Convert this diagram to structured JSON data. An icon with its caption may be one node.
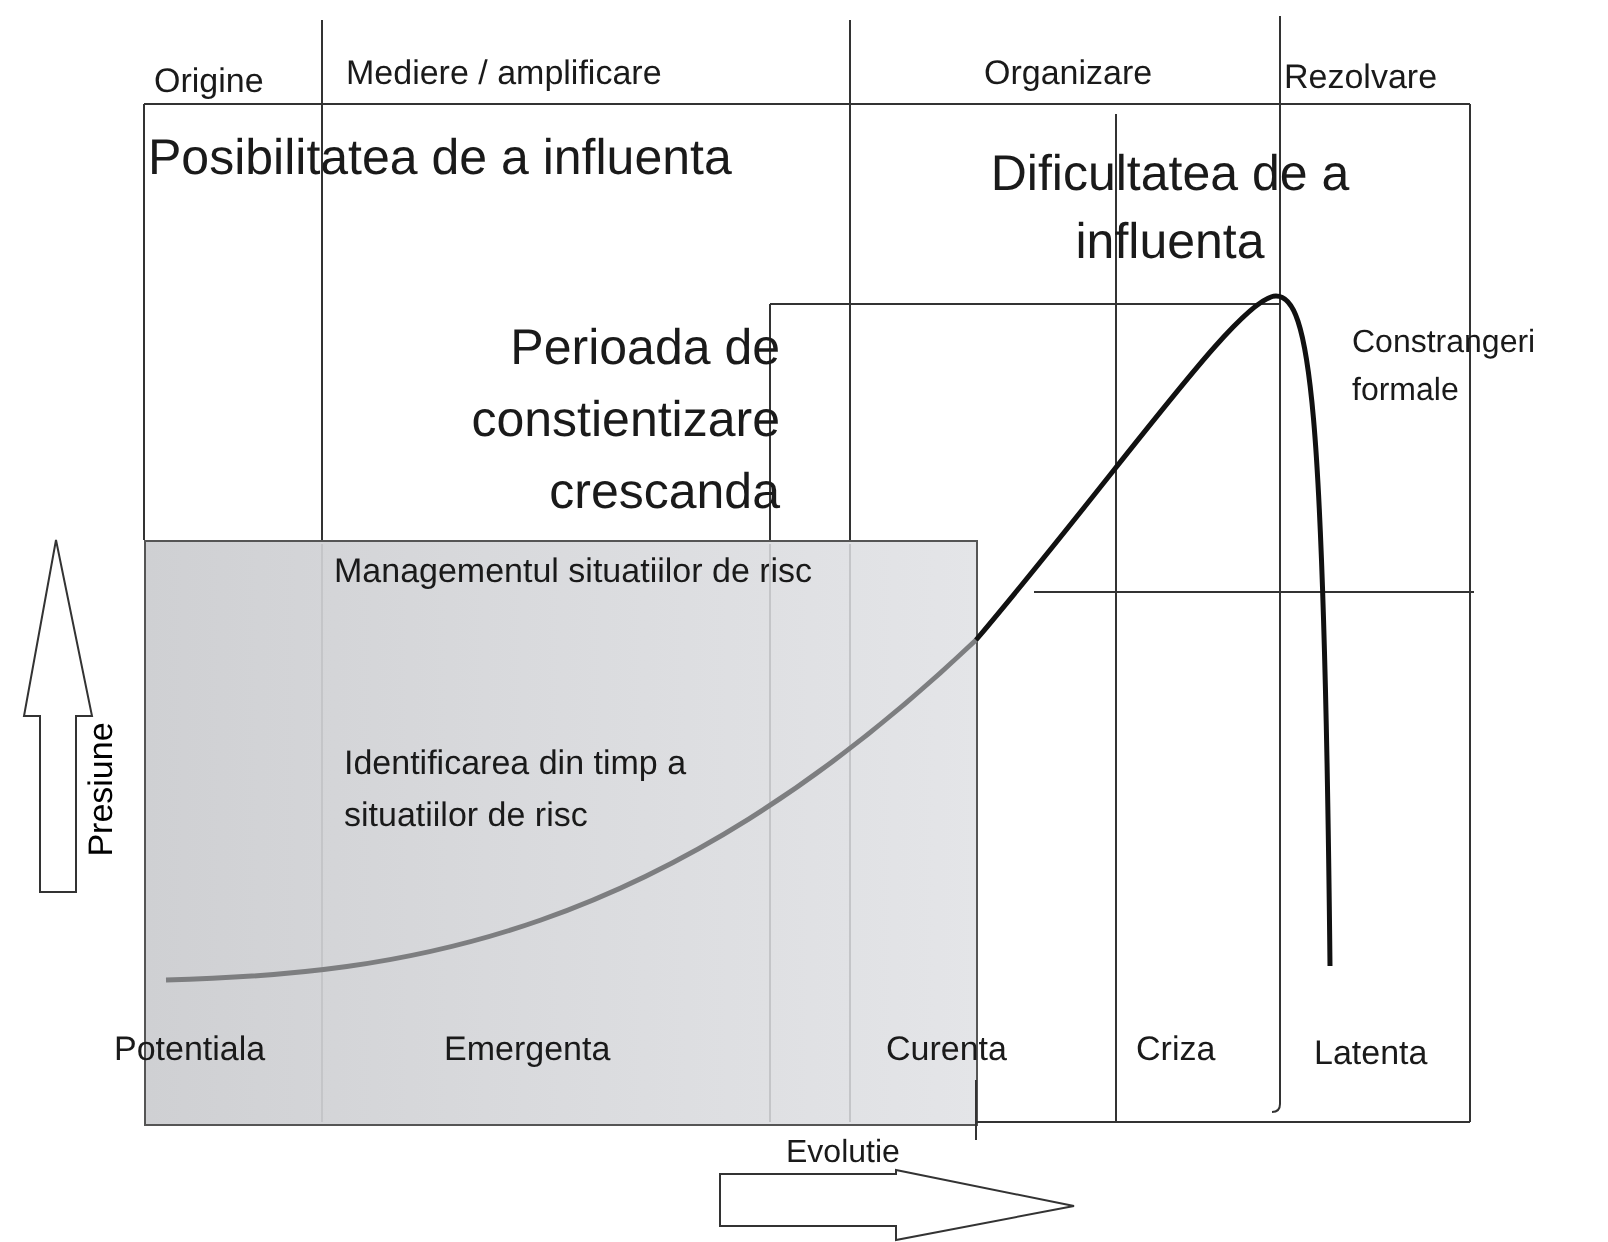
{
  "diagram": {
    "nodes": [
      {
        "text": [
          "Managementul situatiilor de risc",
          "Identificarea din timp a situatiilor de risc"
        ]
      }
    ],
    "labels": [
      "Origine",
      "Mediere / amplificare",
      "Organizare",
      "Rezolvare",
      "Posibilitatea de a influenta",
      "Dificultatea de a influenta",
      "Perioada de constientizare crescanda",
      "Constrangeri formale",
      "Presiune",
      "Potentiala",
      "Emergenta",
      "Curenta",
      "Criza",
      "Latenta",
      "Evolutie"
    ]
  }
}
